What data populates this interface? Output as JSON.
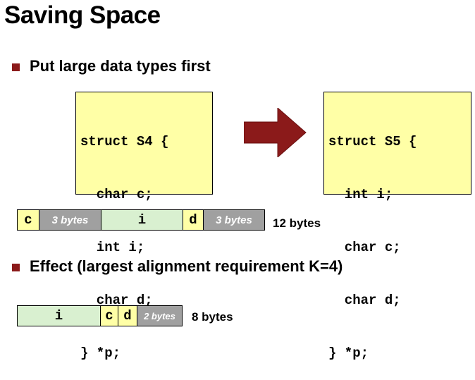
{
  "title": "Saving Space",
  "bullets": {
    "first": "Put large data types first",
    "second": "Effect (largest alignment requirement K=4)"
  },
  "code_s4": [
    "struct S4 {",
    "  char c;",
    "  int i;",
    "  char d;",
    "} *p;"
  ],
  "code_s5": [
    "struct S5 {",
    "  int i;",
    "  char c;",
    "  char d;",
    "} *p;"
  ],
  "layout_s4": {
    "cells": {
      "c": "c",
      "pad1": "3 bytes",
      "i": "i",
      "d": "d",
      "pad2": "3 bytes"
    },
    "size": "12 bytes"
  },
  "layout_s5": {
    "cells": {
      "i": "i",
      "c": "c",
      "d": "d",
      "pad": "2 bytes"
    },
    "size": "8 bytes"
  },
  "colors": {
    "code_bg": "#ffffa6",
    "int_bg": "#d9f0d0",
    "pad_bg": "#a0a0a0",
    "arrow": "#8b1a1a",
    "bullet": "#8b1a1a"
  }
}
